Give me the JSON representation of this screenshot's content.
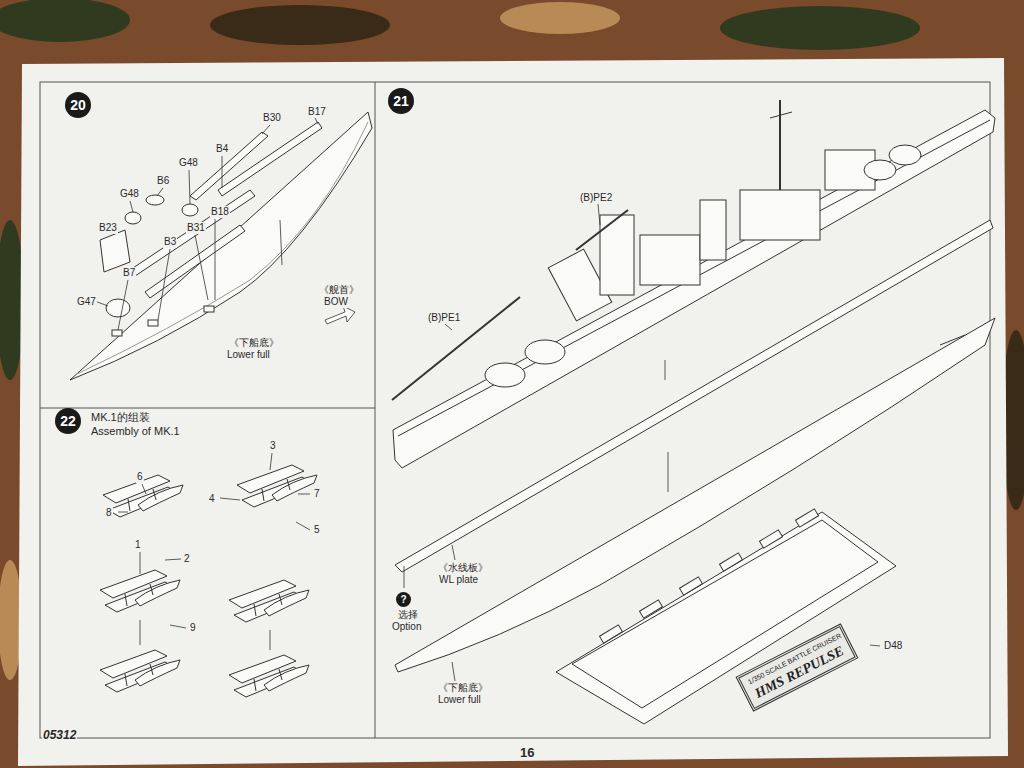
{
  "diagram": {
    "nodes": [
      {
        "text": [
          "20"
        ]
      },
      {
        "text": [
          "21"
        ]
      },
      {
        "text": [
          "22"
        ]
      },
      {
        "text": [
          "?"
        ]
      },
      {
        "text": [
          "1/350 SCALE BATTLE CRUISER",
          "HMS REPULSE"
        ]
      }
    ],
    "labels": [
      "B30",
      "B17",
      "G48",
      "B4",
      "B6",
      "G48",
      "B18",
      "B23",
      "B3",
      "B31",
      "B7",
      "G47",
      "《舰首》",
      "BOW",
      "《下船底》",
      "Lower full",
      "MK.1的组装",
      "Assembly of MK.1",
      "3",
      "6",
      "4",
      "7",
      "8",
      "5",
      "1",
      "2",
      "9",
      "(B)PE2",
      "(B)PE1",
      "《水线板》",
      "WL plate",
      "选择",
      "Option",
      "《下船底》",
      "Lower full",
      "D48",
      "05312",
      "16"
    ]
  }
}
